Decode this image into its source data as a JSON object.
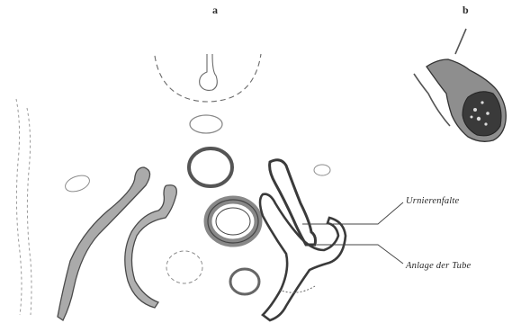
{
  "figure": {
    "panel_a_label": "a",
    "panel_b_label": "b",
    "annotations": {
      "urnierenfalte": "Urnierenfalte",
      "anlage_der_tube": "Anlage der Tube"
    },
    "colors": {
      "line": "#555555",
      "tissue_fill": "#a9a9a9",
      "dark_fill": "#3a3a3a",
      "background": "#ffffff"
    }
  }
}
